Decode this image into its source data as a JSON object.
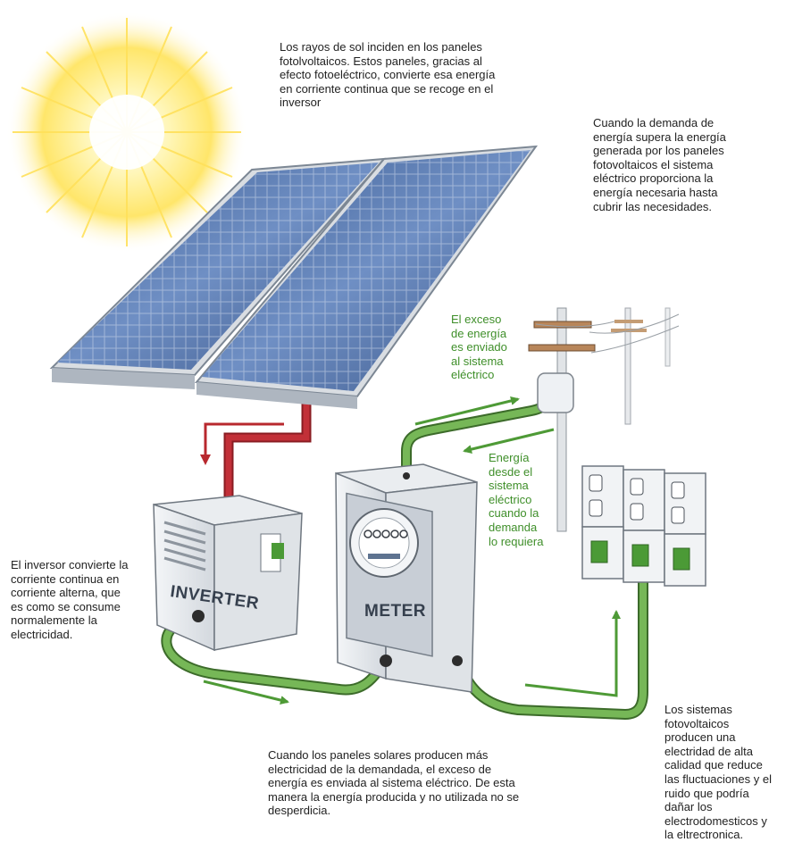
{
  "annotations": {
    "sun_rays": "Los rayos de sol inciden en los paneles\nfotolvoltaicos. Estos paneles, gracias al\nefecto fotoeléctrico, convierte esa energía\nen corriente continua que se recoge en el\ninversor",
    "grid_demand": "Cuando la demanda de\nenergía supera la energía\ngenerada por los paneles\nfotovoltaicos el sistema\neléctrico proporciona la\nenergía necesaria hasta\ncubrir las necesidades.",
    "excess_to_grid": "El exceso\nde energía\nes enviado\nal sistema\neléctrico",
    "energy_from_grid": "Energía\ndesde el\nsistema\neléctrico\ncuando la\ndemanda\nlo requiera",
    "inverter_info": "El inversor convierte la\ncorriente continua en\ncorriente alterna, que\nes como se consume\nnormalemente la\nelectricidad.",
    "surplus_info": "Cuando los paneles solares producen más\nelectricidad de la demandada, el exceso de\nenergía es enviada al sistema eléctrico. De esta\nmanera la energía producida y no utilizada no se\ndesperdicia.",
    "quality_info": "Los sistemas\nfotovoltaicos\nproducen una\nelectridad de alta\ncalidad que reduce\nlas fluctuaciones y el\nruido que podría\ndañar los\nelectrodomesticos y\nla eltrectronica."
  },
  "devices": {
    "inverter_label": "INVERTER",
    "meter_label": "METER"
  },
  "colors": {
    "sun": "#fff3a0",
    "panel": "#4d6fa6",
    "dc_cable": "#b8282e",
    "ac_cable": "#6aa84f",
    "arrow_green": "#4e9a36",
    "arrow_red": "#c0392b",
    "green_text": "#3f8f2a"
  }
}
